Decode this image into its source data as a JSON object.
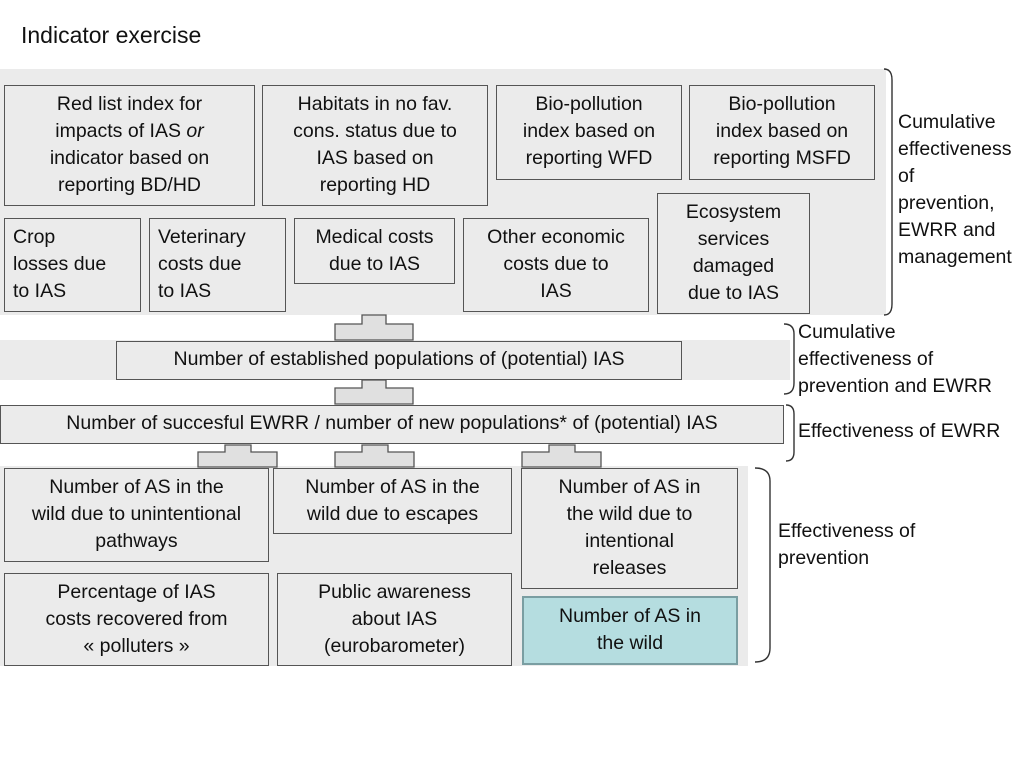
{
  "title": "Indicator exercise",
  "boxes": {
    "red_list": [
      "Red list index for",
      "impacts of IAS ",
      "or",
      "indicator based on",
      "reporting BD/HD"
    ],
    "habitats": [
      "Habitats in no fav.",
      "cons. status due to",
      "IAS based on",
      "reporting HD"
    ],
    "biopollution_wfd": [
      "Bio-pollution",
      "index based on",
      "reporting WFD"
    ],
    "biopollution_msfd": [
      "Bio-pollution",
      "index based on",
      "reporting MSFD"
    ],
    "crop_losses": [
      "Crop",
      "losses due",
      "to IAS"
    ],
    "veterinary": [
      "Veterinary",
      "costs due",
      "to IAS"
    ],
    "medical": [
      "Medical costs",
      "due to IAS"
    ],
    "other_economic": [
      "Other economic",
      "costs due to",
      "IAS"
    ],
    "ecosystem": [
      "Ecosystem",
      "services",
      "damaged",
      "due to IAS"
    ],
    "established_populations": "Number of established populations of (potential) IAS",
    "successful_ewrr": "Number of succesful EWRR / number of new populations* of (potential) IAS",
    "as_unintentional": [
      "Number of AS in the",
      "wild due to unintentional",
      "pathways"
    ],
    "as_escapes": [
      "Number of AS in the",
      "wild due to escapes"
    ],
    "as_intentional": [
      "Number of AS in",
      "the wild due to",
      "intentional",
      "releases"
    ],
    "percentage_costs": [
      "Percentage of IAS",
      "costs recovered from",
      "« polluters »"
    ],
    "public_awareness": [
      "Public awareness",
      "about IAS",
      "(eurobarometer)"
    ],
    "as_wild": [
      "Number of AS in",
      "the wild"
    ]
  },
  "side_labels": {
    "cumulative_management": [
      "Cumulative",
      "effectiveness",
      "of",
      "prevention,",
      "EWRR and",
      "management"
    ],
    "cumulative_ewrr": [
      "Cumulative",
      "effectiveness of",
      "prevention and EWRR"
    ],
    "ewrr": "Effectiveness of EWRR",
    "prevention": [
      "Effectiveness of",
      "prevention"
    ]
  },
  "colors": {
    "band": "#ebebeb",
    "border": "#555555",
    "highlight": "#b5dde0"
  }
}
